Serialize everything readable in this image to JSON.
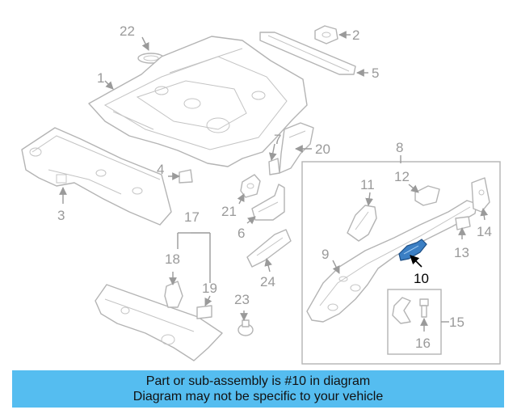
{
  "diagram": {
    "callouts": {
      "c1": "1",
      "c2": "2",
      "c3": "3",
      "c4": "4",
      "c5": "5",
      "c6": "6",
      "c7": "7",
      "c8": "8",
      "c9": "9",
      "c10": "10",
      "c11": "11",
      "c12": "12",
      "c13": "13",
      "c14": "14",
      "c15": "15",
      "c16": "16",
      "c17": "17",
      "c18": "18",
      "c19": "19",
      "c20": "20",
      "c21": "21",
      "c22": "22",
      "c23": "23",
      "c24": "24"
    },
    "highlight_color": "#3b7fc4",
    "line_color": "#b4b4b4"
  },
  "banner": {
    "line1": "Part or sub-assembly is #10 in diagram",
    "line2": "Diagram may not be specific to your vehicle",
    "background": "#55bdf0"
  }
}
